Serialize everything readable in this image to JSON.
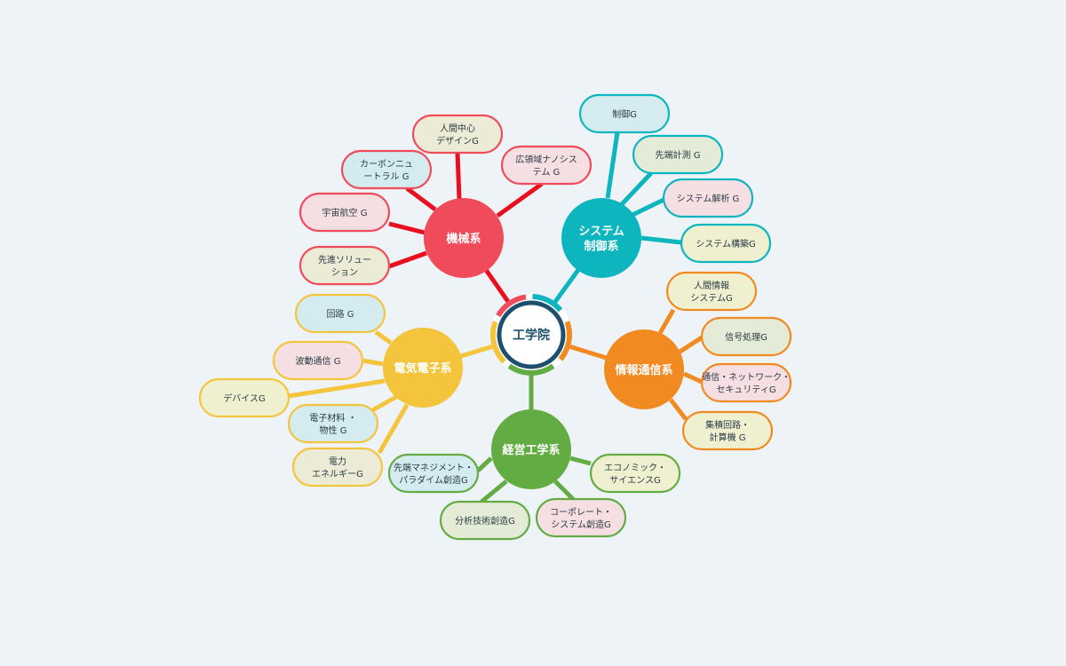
{
  "center": {
    "label": "工学院"
  },
  "colors": {
    "center_navy": "#1d4f6f",
    "mechanical": "#f04b5b",
    "system": "#0db5bf",
    "info": "#f28a22",
    "management": "#62ac43",
    "electrical": "#f3c43c",
    "mech_link": "#e8101e"
  },
  "departments": [
    {
      "id": "mechanical",
      "color_key": "mechanical",
      "link_color_key": "mech_link",
      "label": [
        "機械系"
      ],
      "groups": [
        {
          "label": [
            "人間中心",
            "デザインG"
          ],
          "fill": "#ecebd6"
        },
        {
          "label": [
            "カーボンニュ",
            "ートラル G"
          ],
          "fill": "#d4ebef"
        },
        {
          "label": [
            "広領域ナノシス",
            "テム G"
          ],
          "fill": "#f6dfe2"
        },
        {
          "label": [
            "宇宙航空 G"
          ],
          "fill": "#f6dfe2"
        },
        {
          "label": [
            "先進ソリュー",
            "ション"
          ],
          "fill": "#ecebd6"
        }
      ]
    },
    {
      "id": "system",
      "color_key": "system",
      "link_color_key": "system",
      "label": [
        "システム",
        "制御系"
      ],
      "groups": [
        {
          "label": [
            "制御G"
          ],
          "fill": "#d4ebef"
        },
        {
          "label": [
            "先端計測 G"
          ],
          "fill": "#e4ecd8"
        },
        {
          "label": [
            "システム解析 G"
          ],
          "fill": "#f6dfe2"
        },
        {
          "label": [
            "システム構築G"
          ],
          "fill": "#eef0cf"
        }
      ]
    },
    {
      "id": "info",
      "color_key": "info",
      "link_color_key": "info",
      "label": [
        "情報通信系"
      ],
      "groups": [
        {
          "label": [
            "人間情報",
            "システムG"
          ],
          "fill": "#eef0cf"
        },
        {
          "label": [
            "信号処理G"
          ],
          "fill": "#e4ecd8"
        },
        {
          "label": [
            "通信・ネットワーク・",
            "セキュリティG"
          ],
          "fill": "#f6dfe2"
        },
        {
          "label": [
            "集積回路・",
            "計算機 G"
          ],
          "fill": "#eef0cf"
        }
      ]
    },
    {
      "id": "management",
      "color_key": "management",
      "link_color_key": "management",
      "label": [
        "経営工学系"
      ],
      "groups": [
        {
          "label": [
            "エコノミック・",
            "サイエンスG"
          ],
          "fill": "#eef0cf"
        },
        {
          "label": [
            "コーポレート・",
            "システム創造G"
          ],
          "fill": "#f6dfe2"
        },
        {
          "label": [
            "分析技術創造G"
          ],
          "fill": "#e4ecd8"
        },
        {
          "label": [
            "先端マネジメント・",
            "パラダイム創造G"
          ],
          "fill": "#d4ebef"
        }
      ]
    },
    {
      "id": "electrical",
      "color_key": "electrical",
      "link_color_key": "electrical",
      "label": [
        "電気電子系"
      ],
      "groups": [
        {
          "label": [
            "回路 G"
          ],
          "fill": "#d4ebef"
        },
        {
          "label": [
            "波動通信 G"
          ],
          "fill": "#f6dfe2"
        },
        {
          "label": [
            "デバイスG"
          ],
          "fill": "#eef0cf"
        },
        {
          "label": [
            "電子材料 ・",
            "物性 G"
          ],
          "fill": "#d4ebef"
        },
        {
          "label": [
            "電力",
            "エネルギーG"
          ],
          "fill": "#ecebd6"
        }
      ]
    }
  ]
}
